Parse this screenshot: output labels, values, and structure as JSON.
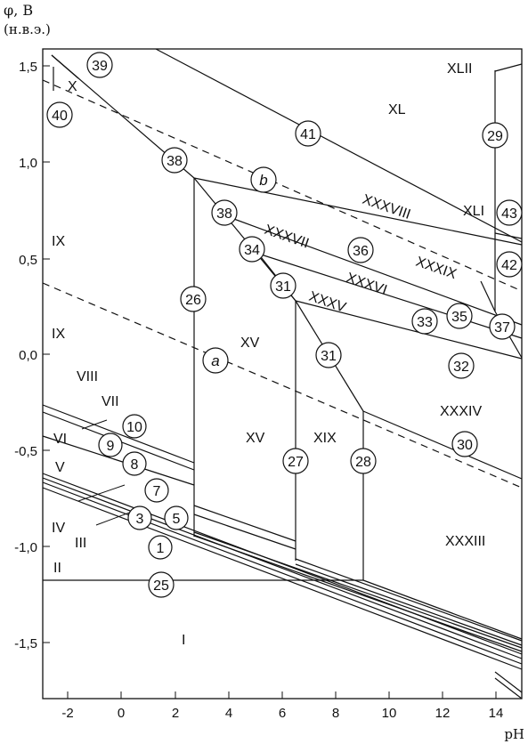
{
  "y_axis": {
    "label": "φ, В",
    "unit": "(н.в.э.)",
    "ticks": [
      "1,5",
      "1,0",
      "0,5",
      "0,0",
      "-0,5",
      "-1,0",
      "-1,5"
    ],
    "tick_values": [
      1.5,
      1.0,
      0.5,
      0.0,
      -0.5,
      -1.0,
      -1.5
    ],
    "range": [
      -1.8,
      1.6
    ]
  },
  "x_axis": {
    "label": "pH",
    "ticks": [
      "-2",
      "0",
      "2",
      "4",
      "6",
      "8",
      "10",
      "12",
      "14"
    ],
    "tick_values": [
      -2,
      0,
      2,
      4,
      6,
      8,
      10,
      12,
      14
    ],
    "range": [
      -3,
      15
    ]
  },
  "water_lines": {
    "a": "a",
    "b": "b"
  },
  "regions": [
    "I",
    "II",
    "III",
    "IV",
    "V",
    "VI",
    "VII",
    "VIII",
    "IX",
    "IX",
    "X",
    "XV",
    "XV",
    "XIX",
    "XXXIII",
    "XXXIV",
    "XXXV",
    "XXXVI",
    "XXXVII",
    "XXXVIII",
    "XXXIX",
    "XL",
    "XLI",
    "XLII"
  ],
  "line_numbers": [
    "1",
    "3",
    "5",
    "7",
    "8",
    "9",
    "10",
    "25",
    "26",
    "27",
    "28",
    "29",
    "30",
    "31",
    "31",
    "32",
    "33",
    "34",
    "35",
    "36",
    "37",
    "38",
    "38",
    "39",
    "40",
    "41",
    "42",
    "43"
  ]
}
